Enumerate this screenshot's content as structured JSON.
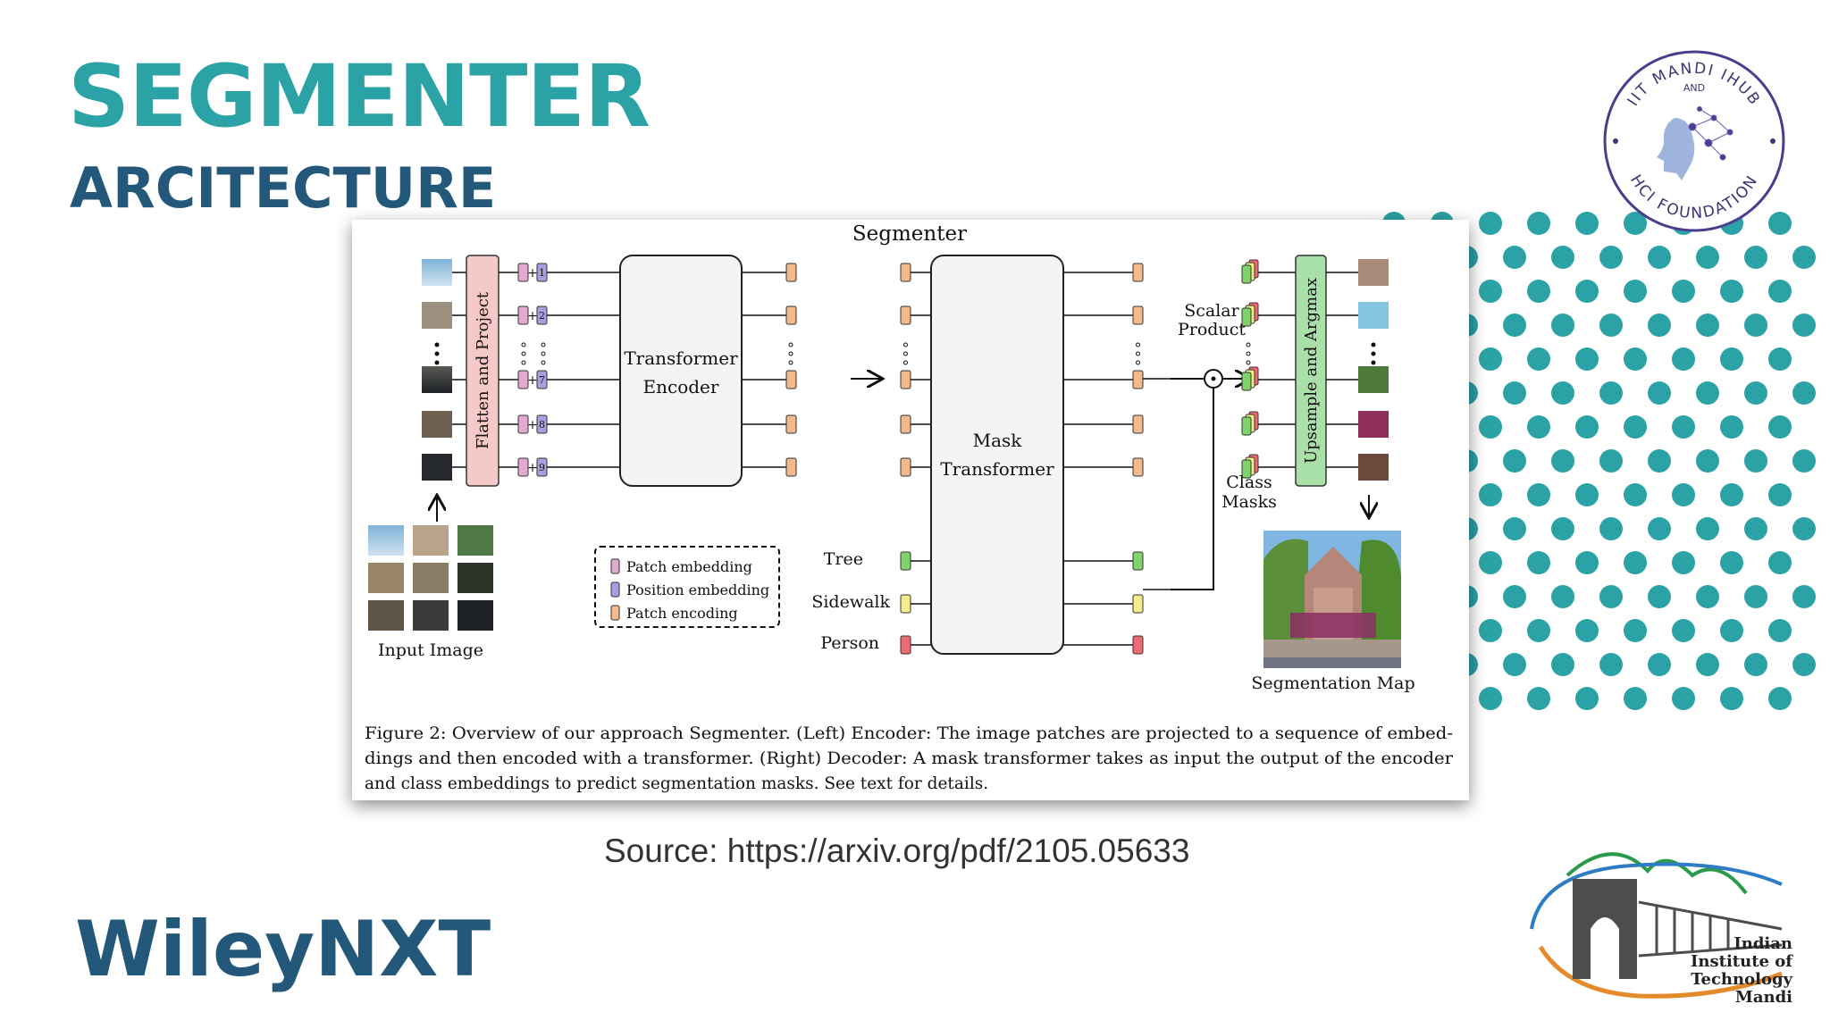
{
  "slide": {
    "title": "SEGMENTER",
    "subtitle": "ARCITECTURE",
    "source": "Source: https://arxiv.org/pdf/2105.05633",
    "brand": "WileyNXT"
  },
  "colors": {
    "title": "#2ba3a6",
    "subtitle": "#24587a",
    "dots": "#2ba3a6",
    "patch_embedding": "#e3a9cf",
    "position_embedding": "#a99ee0",
    "patch_encoding": "#f6b98a",
    "tree": "#7fd36b",
    "sidewalk": "#f3ee8a",
    "person": "#ef6b73",
    "flatten_block": "#f6c9c9",
    "upsample_block": "#a9e0a8"
  },
  "figure": {
    "heading": "Segmenter",
    "flatten_label": "Flatten and Project",
    "encoder_label_1": "Transformer",
    "encoder_label_2": "Encoder",
    "mask_label_1": "Mask",
    "mask_label_2": "Transformer",
    "scalar_label_1": "Scalar",
    "scalar_label_2": "Product",
    "upsample_label": "Upsample and Argmax",
    "class_masks_1": "Class",
    "class_masks_2": "Masks",
    "input_image": "Input Image",
    "segmentation_map": "Segmentation Map",
    "position_numbers": [
      "1",
      "2",
      "7",
      "8",
      "9"
    ],
    "classes": [
      "Tree",
      "Sidewalk",
      "Person"
    ],
    "legend": [
      "Patch embedding",
      "Position embedding",
      "Patch encoding"
    ],
    "caption_lines": [
      "Figure 2: Overview of our approach Segmenter. (Left) Encoder: The image patches are projected to a sequence of embed-",
      "dings and then encoded with a transformer. (Right) Decoder: A mask transformer takes as input the output of the encoder",
      "and class embeddings to predict segmentation masks. See text for details."
    ]
  },
  "badge": {
    "top_text": "IIT MANDI IHUB",
    "and_text": "AND",
    "bottom_text": "HCI FOUNDATION"
  },
  "iit_logo": {
    "line1": "Indian",
    "line2": "Institute of",
    "line3": "Technology",
    "line4": "Mandi"
  }
}
